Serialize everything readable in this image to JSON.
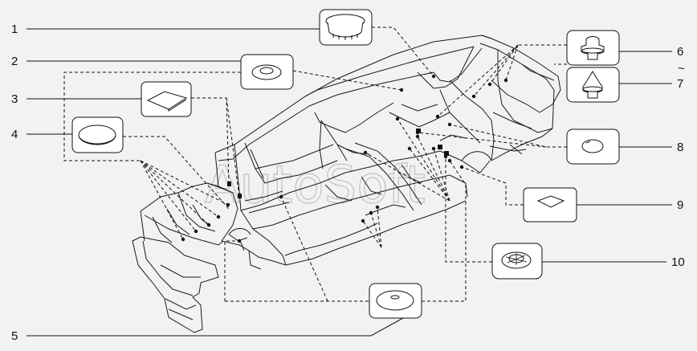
{
  "diagram": {
    "watermark": "AutoSoft",
    "callouts": [
      {
        "id": "1",
        "icon": "flat-round-plug-icon"
      },
      {
        "id": "2",
        "icon": "small-grommet-plug-icon"
      },
      {
        "id": "3",
        "icon": "square-adhesive-pad-icon"
      },
      {
        "id": "4",
        "icon": "large-round-plug-icon"
      },
      {
        "id": "5",
        "icon": "round-flat-plug-icon"
      },
      {
        "id": "6",
        "icon": "mushroom-clip-icon"
      },
      {
        "id": "~",
        "icon": ""
      },
      {
        "id": "7",
        "icon": "pointed-clip-icon"
      },
      {
        "id": "8",
        "icon": "oval-plug-icon"
      },
      {
        "id": "9",
        "icon": "square-pad-icon"
      },
      {
        "id": "10",
        "icon": "grooved-round-plug-icon"
      }
    ]
  }
}
